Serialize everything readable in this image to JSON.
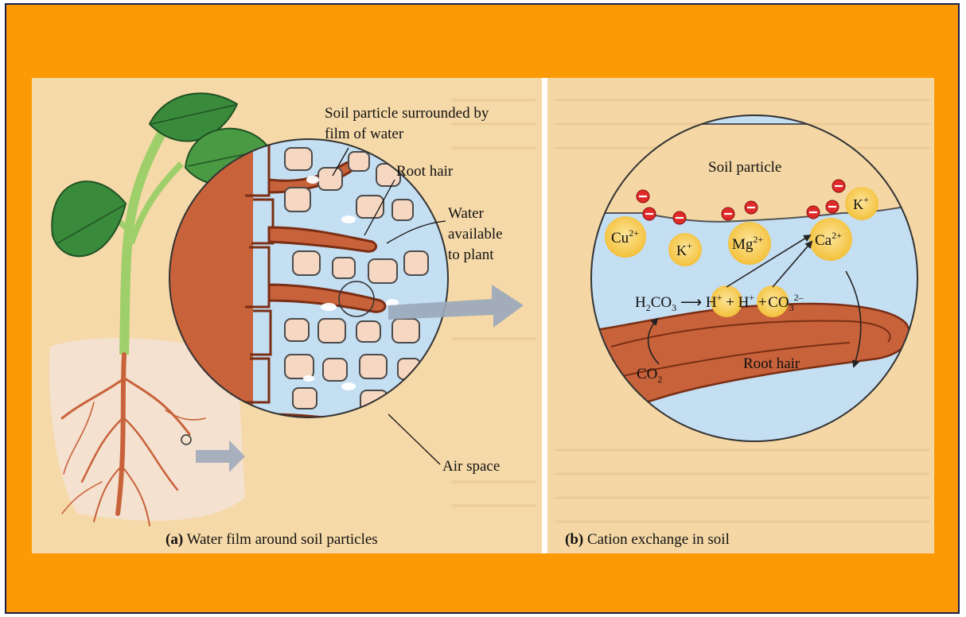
{
  "panel_a": {
    "labels": {
      "soil_particle_line1": "Soil particle surrounded by",
      "soil_particle_line2": "film of water",
      "root_hair": "Root hair",
      "water_line1": "Water",
      "water_line2": "available",
      "water_line3": "to plant",
      "air_space": "Air space"
    },
    "caption_tag": "(a)",
    "caption_text": "Water film around soil particles"
  },
  "panel_b": {
    "labels": {
      "soil_particle": "Soil particle",
      "root_hair": "Root hair"
    },
    "ions": {
      "cu": "Cu",
      "cu_charge": "2+",
      "k1": "K",
      "k1_charge": "+",
      "k2": "K",
      "k2_charge": "+",
      "mg": "Mg",
      "mg_charge": "2+",
      "ca": "Ca",
      "ca_charge": "2+",
      "neg": "–"
    },
    "equation": {
      "h2co3_a": "H",
      "h2co3_sub2": "2",
      "h2co3_b": "CO",
      "h2co3_sub3": "3",
      "arrow": "⟶",
      "h1": "H",
      "h1_charge": "+",
      "plus1": "+",
      "h2": "H",
      "h2_charge": "+",
      "plus2": "+",
      "co3": "CO",
      "co3_sub": "3",
      "co3_charge": "2–"
    },
    "co2": "CO",
    "co2_sub": "2",
    "caption_tag": "(b)",
    "caption_text": "Cation exchange in soil"
  },
  "colors": {
    "frame": "#fc9a06",
    "page": "#f6d9a8",
    "water": "#c4def2",
    "root": "#c8623a",
    "leaf": "#3a8a3c",
    "ion": "#f5cc48",
    "neg_charge": "#e02a2a"
  }
}
